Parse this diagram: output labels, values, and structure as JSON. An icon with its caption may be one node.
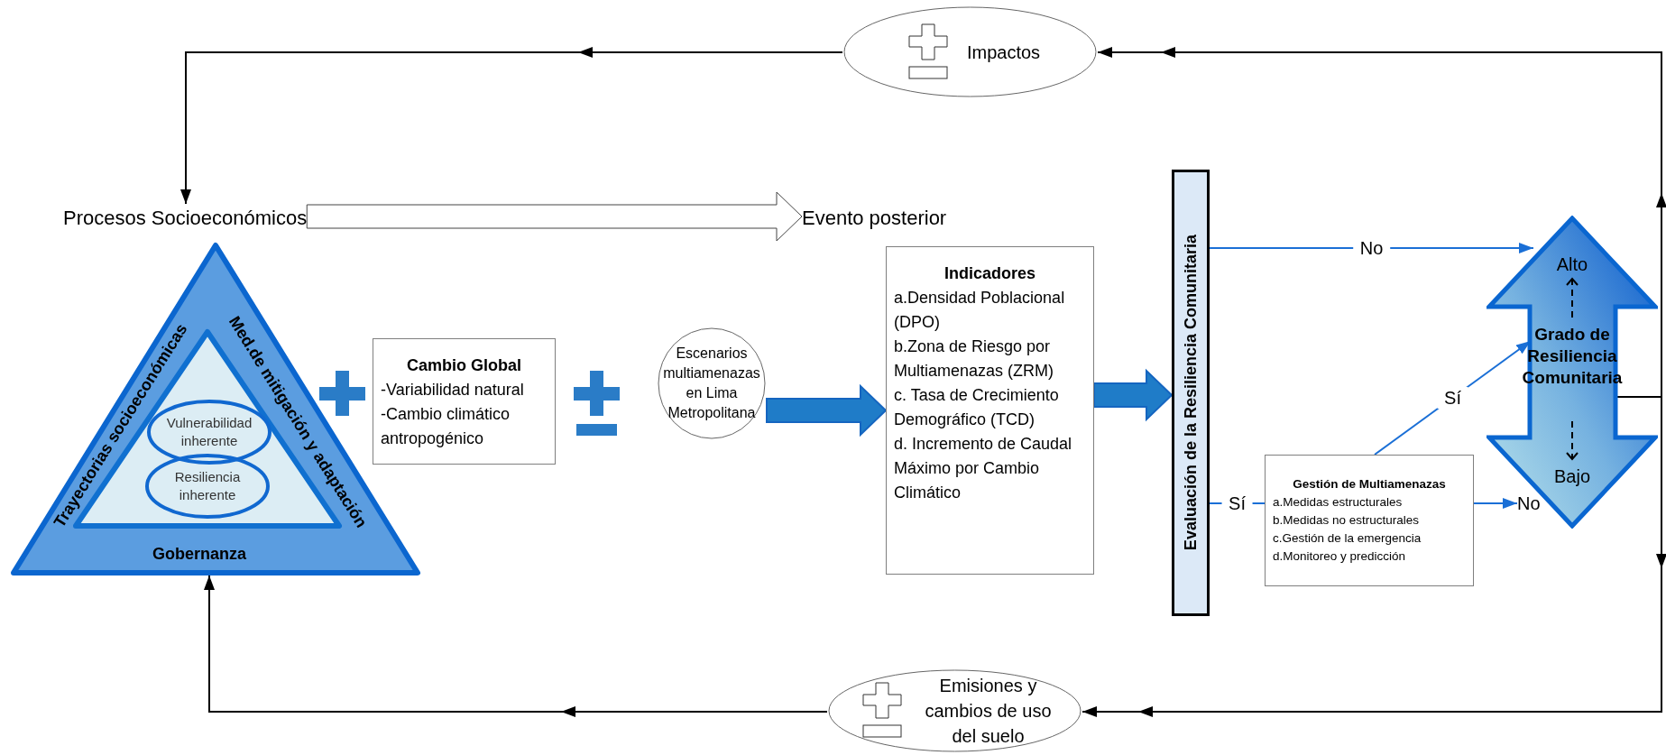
{
  "diagram": {
    "nodes": [
      {
        "text": [
          "Procesos Socioeconómicos"
        ]
      },
      {
        "text": [
          "Trayectorias socioeconómicas",
          "Med.de mitigación y adaptación",
          "Gobernanza"
        ]
      },
      {
        "text": [],
        "shape": "triangle",
        "in": 1
      },
      {
        "text": [
          "Vulnerabilidad inherente"
        ],
        "in": 2
      },
      {
        "text": [
          "Resiliencia inherente"
        ],
        "in": 2
      },
      {
        "text": [
          "Impactos"
        ]
      },
      {
        "text": [
          "Emisiones y cambios de uso del suelo"
        ]
      },
      {
        "text": [
          "Cambio Global",
          "-Variabilidad natural",
          "-Cambio climático antropogénico"
        ]
      },
      {
        "text": [
          "Escenarios multiamenazas en Lima Metropolitana"
        ]
      },
      {
        "text": [
          "Evento posterior"
        ]
      },
      {
        "text": [
          "Indicadores",
          "a.Densidad Poblacional (DPO)",
          "b.Zona de Riesgo por Multiamenazas (ZRM)",
          "c. Tasa de Crecimiento Demográfico (TCD)",
          "d. Incremento de Caudal Máximo por Cambio Climático"
        ]
      },
      {
        "text": [
          "Evaluación de la Resiliencia Comunitaria"
        ]
      },
      {
        "text": [
          "Gestión de Multiamenazas",
          "a.Medidas estructurales",
          "b.Medidas no estructurales",
          "c.Gestión de la emergencia",
          "d.Monitoreo y predicción"
        ]
      },
      {
        "text": [
          "Alto",
          "Grado de Resiliencia Comunitaria",
          "Bajo"
        ]
      },
      {
        "text": [
          "No"
        ]
      }
    ],
    "edges": [
      {
        "from": 5,
        "to": 0,
        "arrow": "to"
      },
      {
        "from": 6,
        "to": 1,
        "arrow": "to"
      },
      {
        "from": 13,
        "to": 5,
        "arrow": "to"
      },
      {
        "from": 13,
        "to": 6,
        "arrow": "to"
      },
      {
        "from": 0,
        "to": 9,
        "arrow": "to",
        "style": "thick"
      },
      {
        "from": 8,
        "to": 10,
        "arrow": "to",
        "style": "thick",
        "color": "#1f7cc8"
      },
      {
        "from": 10,
        "to": 11,
        "arrow": "to",
        "style": "thick",
        "color": "#1f7cc8"
      },
      {
        "from": 11,
        "to": 13,
        "arrow": "to",
        "label": "No",
        "color": "#1a6fd6"
      },
      {
        "from": 11,
        "to": 12,
        "arrow": "none",
        "label": "Sí",
        "color": "#1a6fd6"
      },
      {
        "from": 12,
        "to": 13,
        "arrow": "to",
        "label": "Sí",
        "color": "#1a6fd6"
      },
      {
        "from": 12,
        "to": 14,
        "arrow": "to",
        "color": "#1a6fd6"
      }
    ]
  }
}
